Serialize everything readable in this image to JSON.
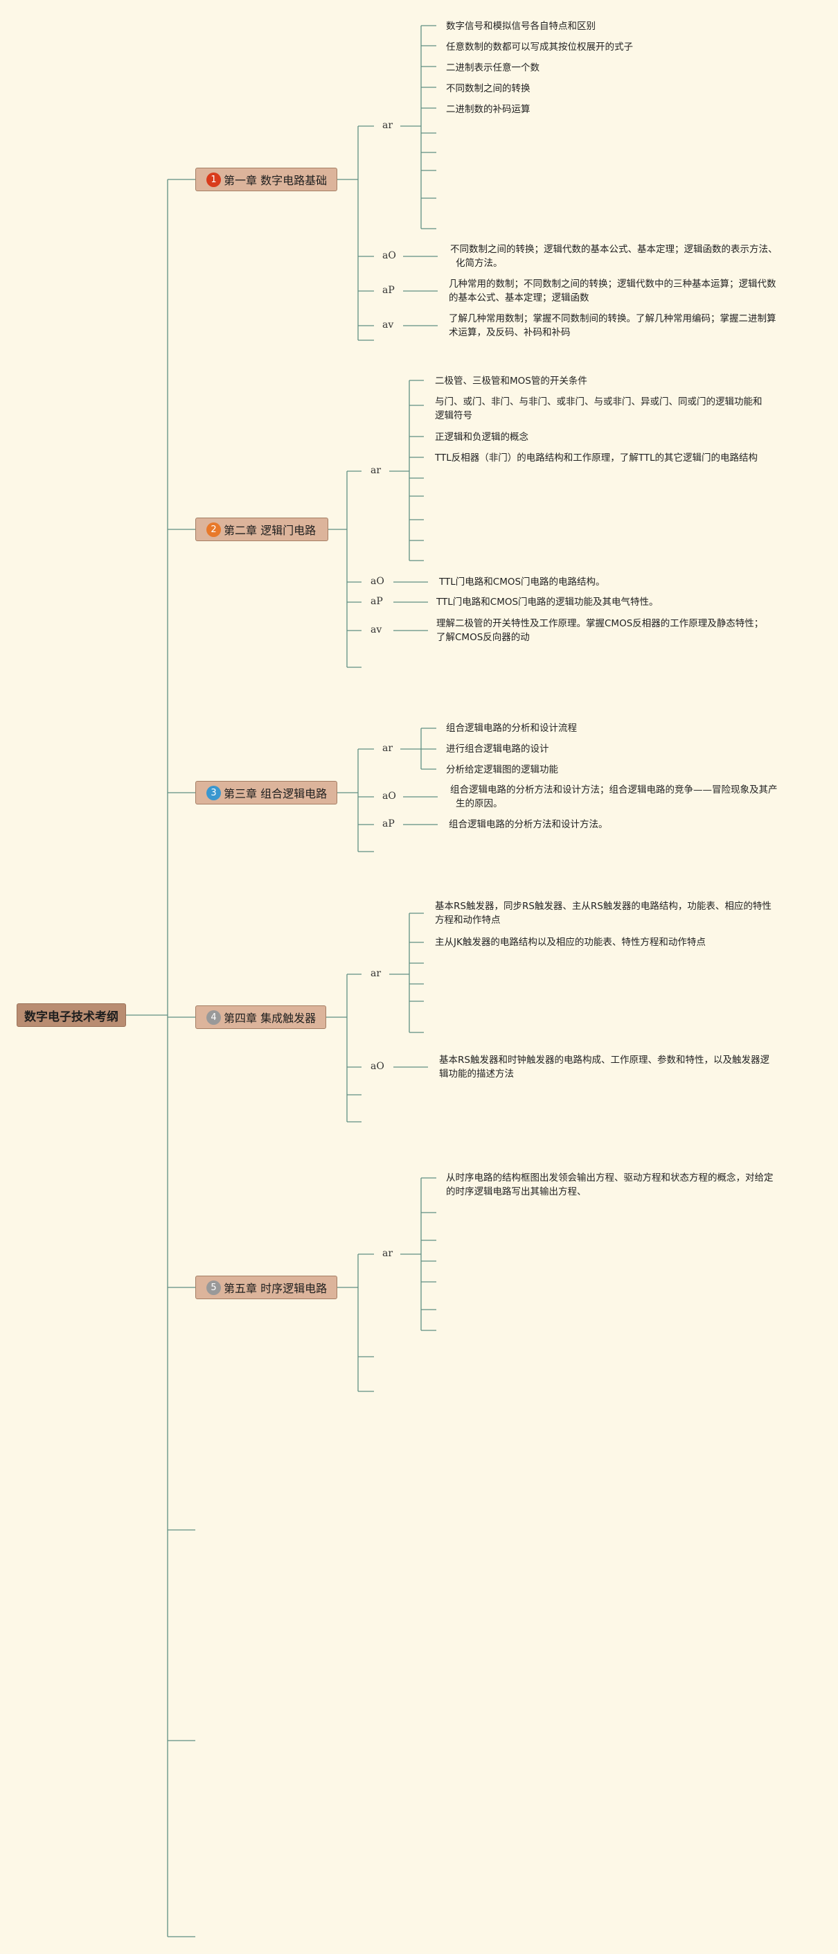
{
  "root": {
    "title": "数字电子技术考纲"
  },
  "colors": {
    "background": "#fdf8e7",
    "line": "#5f8f82"
  },
  "chapters": [
    {
      "number": "1",
      "title": "第一章 数字电路基础",
      "badge_color": "#d93b1b"
    },
    {
      "number": "2",
      "title": "第二章 逻辑门电路",
      "badge_color": "#e8792a"
    },
    {
      "number": "3",
      "title": "第三章 组合逻辑电路",
      "badge_color": "#3a97cf"
    },
    {
      "number": "4",
      "title": "第四章 集成触发器",
      "badge_color": "#999999"
    },
    {
      "number": "5",
      "title": "第五章 时序逻辑电路",
      "badge_color": "#999999"
    }
  ],
  "ch1": {
    "ar": "ar",
    "ar_items": [
      "数字信号和模拟信号各自特点和区别",
      "任意数制的数都可以写成其按位权展开的式子",
      "二进制表示任意一个数",
      "不同数制之间的转换",
      "二进制数的补码运算"
    ],
    "ao": "aO",
    "ao_text": [
      "不同数制之间的转换；逻辑代数的基本公式、基本定理；逻辑函数的表示方法、",
      "化简方法。"
    ],
    "ap": "aP",
    "ap_text": [
      "几种常用的数制；不同数制之间的转换；逻辑代数中的三种基本运算；逻辑代数",
      "的基本公式、基本定理；逻辑函数"
    ],
    "av": "av",
    "av_text": [
      "了解几种常用数制；掌握不同数制间的转换。了解几种常用编码；掌握二进制算",
      "术运算，及反码、补码和补码"
    ]
  },
  "ch2": {
    "ar": "ar",
    "ar_items": [
      [
        "二极管、三极管和MOS管的开关条件"
      ],
      [
        "与门、或门、非门、与非门、或非门、与或非门、异或门、同或门的逻辑功能和",
        "逻辑符号"
      ],
      [
        "正逻辑和负逻辑的概念"
      ],
      [
        "TTL反相器（非门）的电路结构和工作原理，了解TTL的其它逻辑门的电路结构"
      ]
    ],
    "ao": "aO",
    "ao_text": "TTL门电路和CMOS门电路的电路结构。",
    "ap": "aP",
    "ap_text": "TTL门电路和CMOS门电路的逻辑功能及其电气特性。",
    "av": "av",
    "av_text": [
      "理解二极管的开关特性及工作原理。掌握CMOS反相器的工作原理及静态特性；",
      "了解CMOS反向器的动"
    ]
  },
  "ch3": {
    "ar": "ar",
    "ar_items": [
      "组合逻辑电路的分析和设计流程",
      "进行组合逻辑电路的设计",
      "分析给定逻辑图的逻辑功能"
    ],
    "ao": "aO",
    "ao_text": [
      "组合逻辑电路的分析方法和设计方法；组合逻辑电路的竞争——冒险现象及其产",
      "生的原因。"
    ],
    "ap": "aP",
    "ap_text": "组合逻辑电路的分析方法和设计方法。"
  },
  "ch4": {
    "ar": "ar",
    "ar_items": [
      [
        "基本RS触发器，同步RS触发器、主从RS触发器的电路结构，功能表、相应的特性",
        "方程和动作特点"
      ],
      [
        "主从JK触发器的电路结构以及相应的功能表、特性方程和动作特点"
      ]
    ],
    "ao": "aO",
    "ao_text": [
      "基本RS触发器和时钟触发器的电路构成、工作原理、参数和特性，以及触发器逻",
      "辑功能的描述方法"
    ]
  },
  "ch5": {
    "ar": "ar",
    "ar_items": [
      [
        "从时序电路的结构框图出发领会输出方程、驱动方程和状态方程的概念，对给定",
        "的时序逻辑电路写出其输出方程、"
      ]
    ]
  }
}
